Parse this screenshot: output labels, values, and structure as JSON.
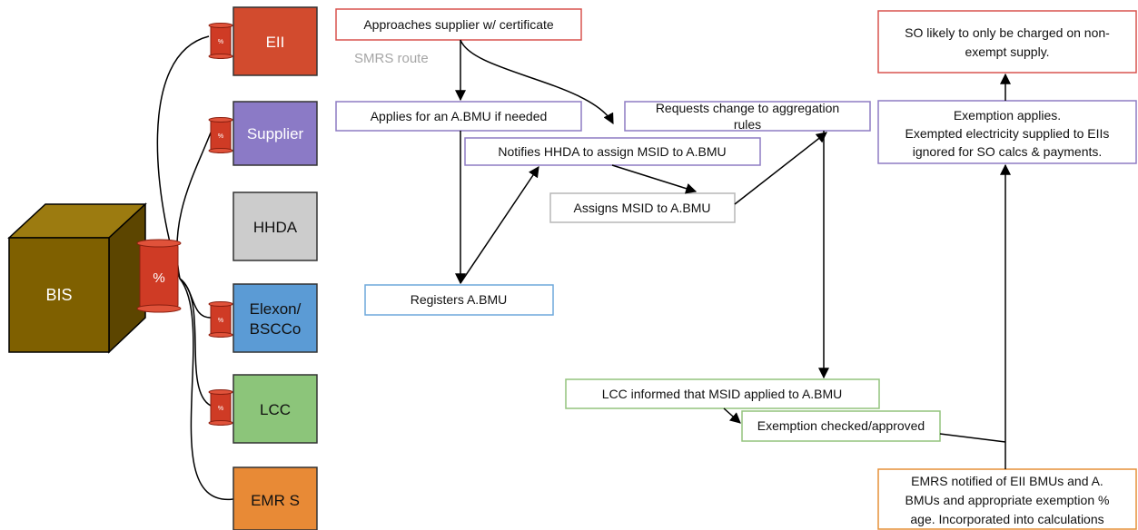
{
  "actors": {
    "bis": "BIS",
    "percent_symbol": "%",
    "eii": "EII",
    "supplier": "Supplier",
    "hhda": "HHDA",
    "elexon_line1": "Elexon/",
    "elexon_line2": "BSCCo",
    "lcc": "LCC",
    "emrs": "EMR S"
  },
  "route_label": "SMRS route",
  "steps": {
    "approaches": "Approaches supplier w/ certificate",
    "applies": "Applies for an A.BMU if needed",
    "requests_line1": "Requests change to aggregation",
    "requests_line2": "rules",
    "notifies": "Notifies HHDA to assign MSID to A.BMU",
    "assigns": "Assigns MSID to A.BMU",
    "registers": "Registers A.BMU",
    "lcc_informed": "LCC informed that MSID applied to A.BMU",
    "exemption_checked": "Exemption checked/approved",
    "emrs_line1": "EMRS notified of EII BMUs and A.",
    "emrs_line2": "BMUs and appropriate exemption %",
    "emrs_line3": "age. Incorporated into calculations",
    "exemption_line1": "Exemption applies.",
    "exemption_line2": "Exempted electricity supplied to EIIs",
    "exemption_line3": "ignored for SO calcs & payments.",
    "so_line1": "SO likely to only be charged on non-",
    "so_line2": "exempt supply."
  },
  "colors": {
    "eii": "#d24b2e",
    "supplier": "#8b7ac6",
    "hhda": "#cccccc",
    "elexon": "#5b9bd5",
    "lcc": "#8cc57a",
    "emrs": "#e88a36",
    "bis_front": "#7f6000",
    "scroll": "#cf3b25",
    "border_red": "#d9534f",
    "border_purple": "#8e7cc3",
    "border_grey": "#b7b7b7",
    "border_blue": "#6fa8dc",
    "border_green": "#93c47d",
    "border_orange": "#e69138"
  }
}
